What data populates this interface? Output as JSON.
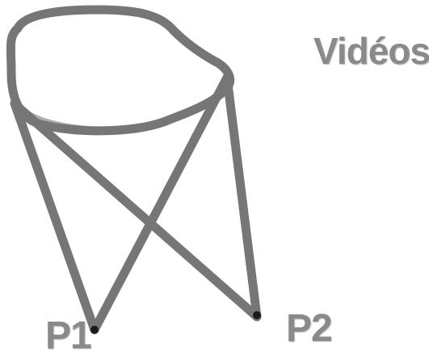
{
  "labels": {
    "title": "Vidéos",
    "p1": "P1",
    "p2": "P2"
  },
  "colors": {
    "stroke": "#555555",
    "label": "#8a8a8a"
  }
}
